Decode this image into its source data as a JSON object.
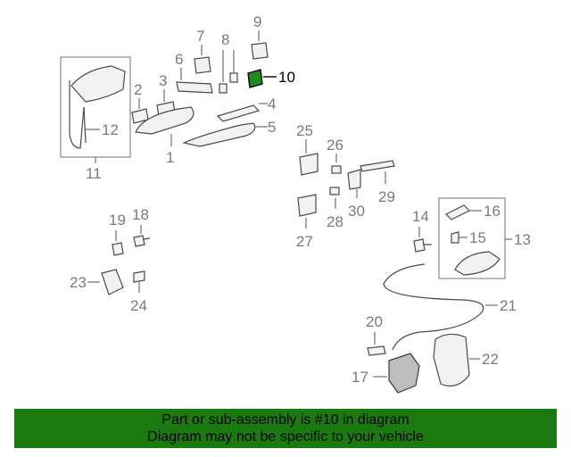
{
  "diagram": {
    "highlight_color": "#1f8a1f",
    "callouts": {
      "c1": "1",
      "c2": "2",
      "c3": "3",
      "c4": "4",
      "c5": "5",
      "c6": "6",
      "c7": "7",
      "c8": "8",
      "c9": "9",
      "c10": "10",
      "c11": "11",
      "c12": "12",
      "c13": "13",
      "c14": "14",
      "c15": "15",
      "c16": "16",
      "c17": "17",
      "c18": "18",
      "c19": "19",
      "c20": "20",
      "c21": "21",
      "c22": "22",
      "c23": "23",
      "c24": "24",
      "c25": "25",
      "c26": "26",
      "c27": "27",
      "c28": "28",
      "c29": "29",
      "c30": "30"
    }
  },
  "banner": {
    "line1": "Part or sub-assembly is #10 in diagram",
    "line2": "Diagram may not be specific to your vehicle",
    "background": "#1a7a10"
  }
}
